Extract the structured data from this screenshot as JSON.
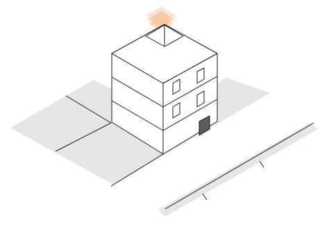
{
  "colors": {
    "background": "#ffffff",
    "ground": "#e6e6e6",
    "line": "#1a1a1a",
    "walls": "#ffffff",
    "door": "#5c5c5c",
    "glow": "#f6b27a"
  },
  "building": {
    "stories": 3,
    "windows_per_story_visible": 2,
    "window_rows": 2,
    "has_door": true,
    "has_roof_light": true
  }
}
